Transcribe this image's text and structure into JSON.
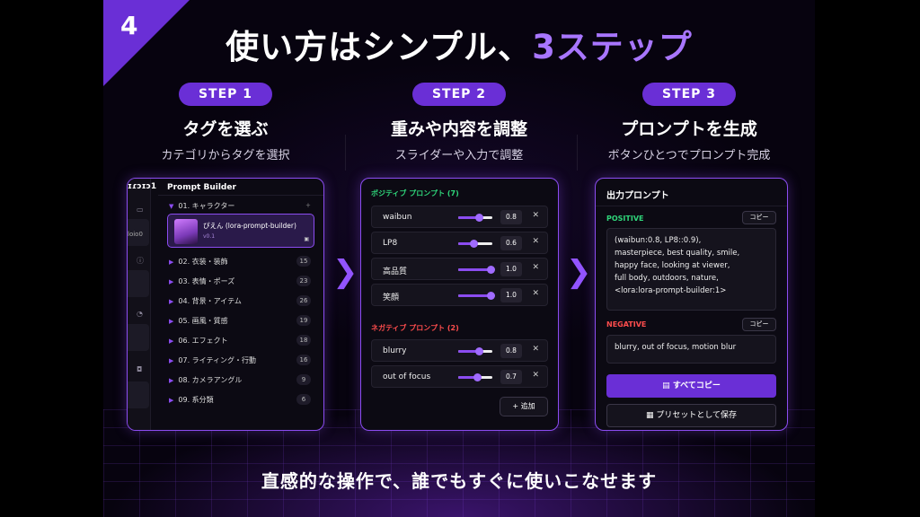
{
  "slide": {
    "number": "4",
    "title_main": "使い方はシンプル、",
    "title_accent": "3ステップ",
    "footer": "直感的な操作で、誰でもすぐに使いこなせます"
  },
  "steps": [
    {
      "pill": "STEP 1",
      "heading": "タグを選ぶ",
      "sub": "カテゴリからタグを選択"
    },
    {
      "pill": "STEP 2",
      "heading": "重みや内容を調整",
      "sub": "スライダーや入力で調整"
    },
    {
      "pill": "STEP 3",
      "heading": "プロンプトを生成",
      "sub": "ボタンひとつでプロンプト完成"
    }
  ],
  "card1": {
    "logo": "ɪɾɔɪɔ1",
    "title": "Prompt Builder",
    "rail_label": "loio0",
    "expanded": {
      "label": "01. キャラクター",
      "item_name": "ぴえん (lora-prompt-builder)",
      "item_version": "v0.1"
    },
    "categories": [
      {
        "label": "02. 衣装・装飾",
        "count": "15"
      },
      {
        "label": "03. 表情・ポーズ",
        "count": "23"
      },
      {
        "label": "04. 背景・アイテム",
        "count": "26"
      },
      {
        "label": "05. 画風・質感",
        "count": "19"
      },
      {
        "label": "06. エフェクト",
        "count": "18"
      },
      {
        "label": "07. ライティング・行動",
        "count": "16"
      },
      {
        "label": "08. カメラアングル",
        "count": "9"
      },
      {
        "label": "09. 系分類",
        "count": "6"
      }
    ]
  },
  "card2": {
    "positive_label": "ポジティブ プロンプト (7)",
    "negative_label": "ネガティブ プロンプト (2)",
    "positive": [
      {
        "name": "waibun",
        "value": "0.8",
        "level": 0.6
      },
      {
        "name": "LP8",
        "value": "0.6",
        "level": 0.45
      },
      {
        "name": "高品質",
        "value": "1.0",
        "level": 0.95
      },
      {
        "name": "笑顔",
        "value": "1.0",
        "level": 0.95
      }
    ],
    "negative": [
      {
        "name": "blurry",
        "value": "0.8",
        "level": 0.6
      },
      {
        "name": "out of focus",
        "value": "0.7",
        "level": 0.55
      }
    ],
    "remove_glyph": "✕",
    "add_label": "+ 追加"
  },
  "card3": {
    "title": "出力プロンプト",
    "positive_label": "POSITIVE",
    "negative_label": "NEGATIVE",
    "copy_label": "コピー",
    "positive_text": "(waibun:0.8, LP8::0.9),\nmasterpiece, best quality, smile,\nhappy face, looking at viewer,\nfull body, outdoors, nature,\n<lora:lora-prompt-builder:1>",
    "negative_text": "blurry, out of focus, motion blur",
    "copy_all_label": "すべてコピー",
    "save_preset_label": "プリセットとして保存"
  },
  "colors": {
    "accent": "#6a2fd6",
    "accent_light": "#a876ff",
    "positive": "#2fd67a",
    "negative": "#ff4d4d"
  }
}
